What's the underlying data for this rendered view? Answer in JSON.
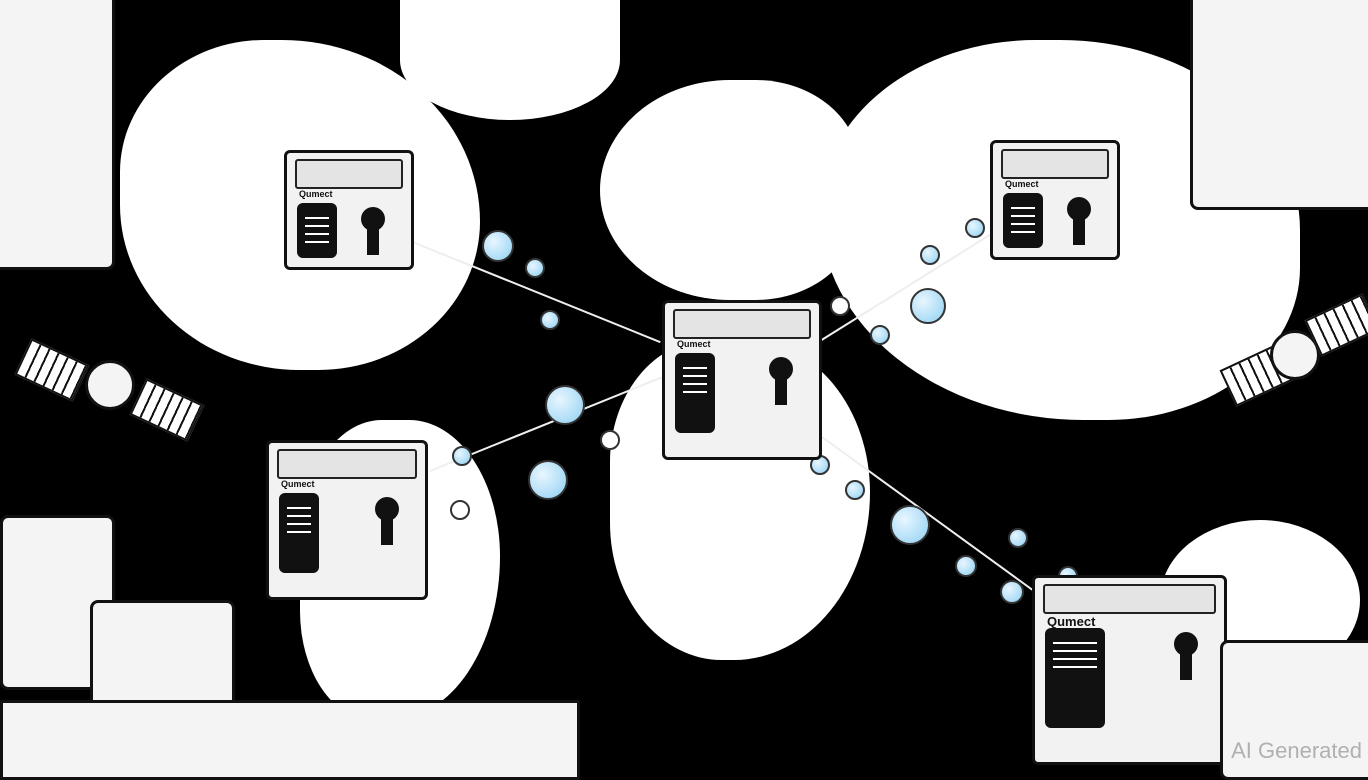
{
  "illustration": {
    "subject": "Quantum-secured network of locked cubes linked across a world map",
    "cubes": [
      {
        "id": "north-america",
        "label": "Qumect"
      },
      {
        "id": "europe-africa-center",
        "label": "Qumect"
      },
      {
        "id": "asia",
        "label": "Qumect"
      },
      {
        "id": "south-america",
        "label": "Qumect"
      },
      {
        "id": "oceania",
        "label": "Qumect"
      }
    ],
    "colors": {
      "ocean": "#000000",
      "land": "#ffffff",
      "node_accent": "#8fd0f2",
      "outline": "#111111"
    }
  },
  "watermark": {
    "text": "AI Generated"
  }
}
